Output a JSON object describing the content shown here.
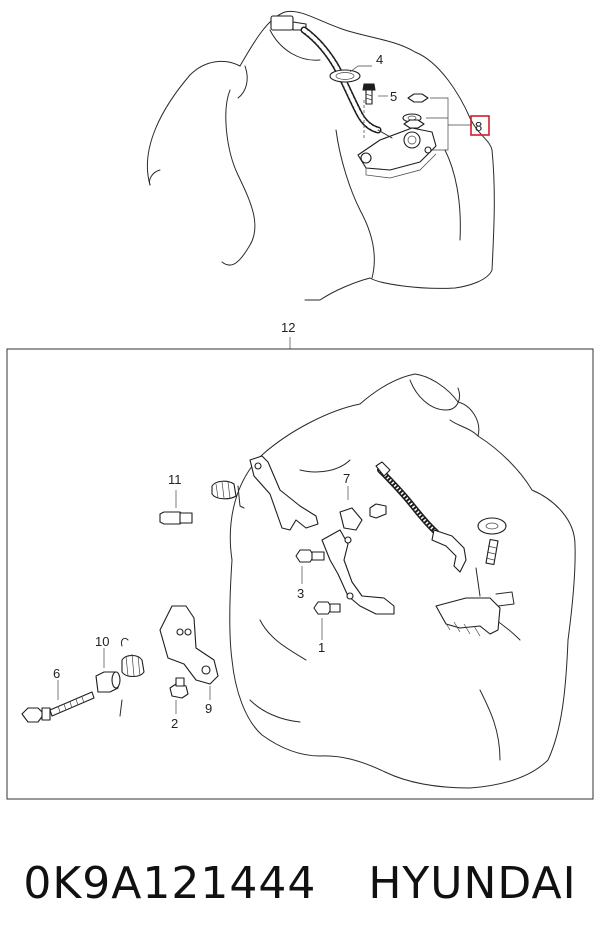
{
  "callouts": {
    "c1": "1",
    "c2": "2",
    "c3": "3",
    "c4": "4",
    "c5": "5",
    "c6": "6",
    "c7": "7",
    "c8": "8",
    "c9": "9",
    "c10": "10",
    "c11": "11",
    "c12": "12"
  },
  "highlight_color": "#d11c2a",
  "footer": {
    "part_number": "0K9A121444",
    "brand": "HYUNDAI"
  }
}
